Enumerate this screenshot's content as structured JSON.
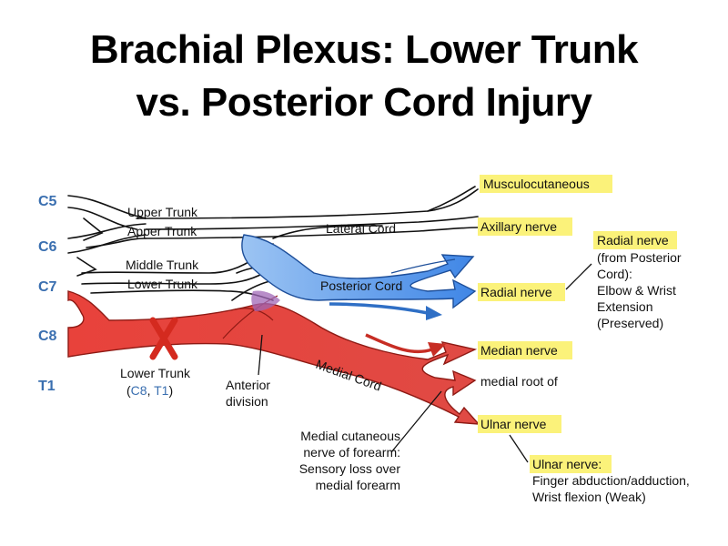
{
  "title": {
    "line1": "Brachial Plexus: Lower Trunk",
    "line2": "vs. Posterior Cord Injury"
  },
  "roots": {
    "c5": "C5",
    "c6": "C6",
    "c7": "C7",
    "c8": "C8",
    "t1": "T1"
  },
  "trunks": {
    "upper": "Upper Trunk",
    "apper": "Apper Trunk",
    "middle": "Middle Trunk",
    "lower": "Lower Trunk"
  },
  "cords": {
    "lateral": "Lateral Cord",
    "posterior": "Posterior Cord",
    "medial": "Medial Cord"
  },
  "lower_trunk_label": {
    "name": "Lower Trunk",
    "open": "(",
    "c8": "C8",
    "sep": ", ",
    "t1": "T1",
    "close": ")"
  },
  "anterior_division": {
    "line1": "Anterior",
    "line2": "division"
  },
  "nerves": {
    "musculocutaneous": "Musculocutaneous",
    "axillary": "Axillary nerve",
    "radial": "Radial nerve",
    "median": "Median nerve",
    "medial_root": "medial root of",
    "ulnar": "Ulnar nerve"
  },
  "radial_callout": {
    "title": "Radial nerve",
    "lines": [
      "(from Posterior",
      "Cord):",
      "Elbow & Wrist",
      "Extension",
      "(Preserved)"
    ]
  },
  "cutaneous_callout": {
    "lines": [
      "Medial cutaneous",
      "nerve of forearm:",
      "Sensory loss over",
      "medial forearm"
    ]
  },
  "ulnar_callout": {
    "title": "Ulnar nerve",
    "suffix": ":",
    "lines": [
      "Finger abduction/adduction,",
      "Wrist flexion (Weak)"
    ]
  },
  "colors": {
    "injury_red": "#e8423b",
    "posterior_blue": "#3f86e6",
    "root_label_blue": "#3a6fb0",
    "highlight_yellow": "#fbf27a",
    "lesion_red": "#d42a1f"
  },
  "icons": {
    "lesion": "x-mark-icon"
  }
}
